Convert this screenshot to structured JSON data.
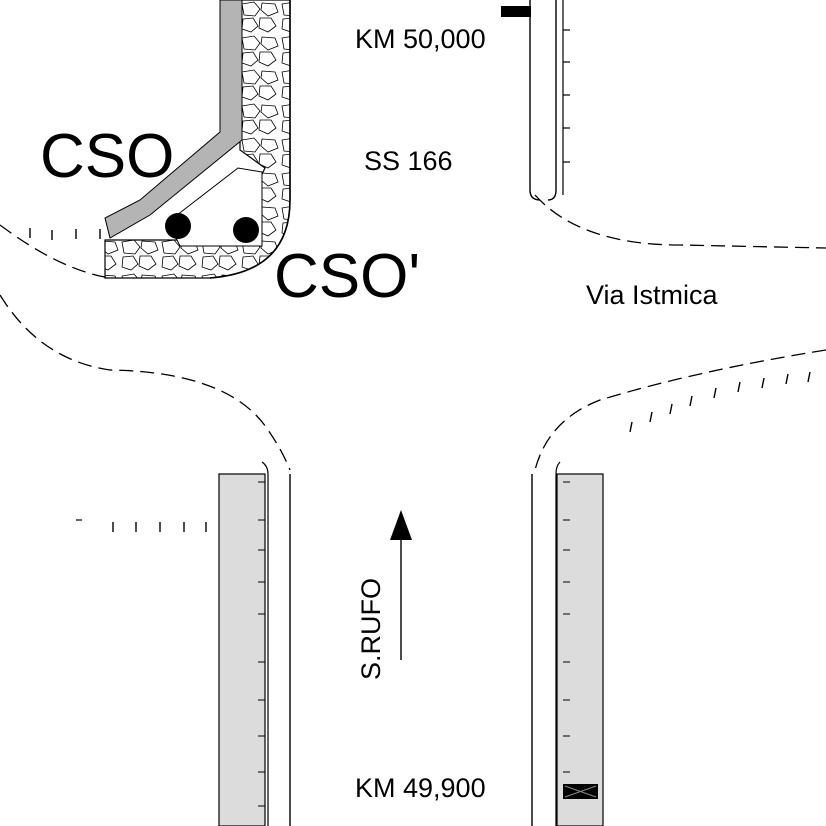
{
  "labels": {
    "km_top": "KM 50,000",
    "km_bottom": "KM 49,900",
    "road_ss": "SS 166",
    "road_via": "Via Istmica",
    "direction": "S.RUFO",
    "cso": "CSO",
    "cso_prime": "CSO'"
  },
  "colors": {
    "line": "#000000",
    "rail_fill": "#dcdcdc",
    "path_fill": "#b4b4b4",
    "background": "#ffffff"
  },
  "markers": {
    "direction_arrow": "up"
  }
}
